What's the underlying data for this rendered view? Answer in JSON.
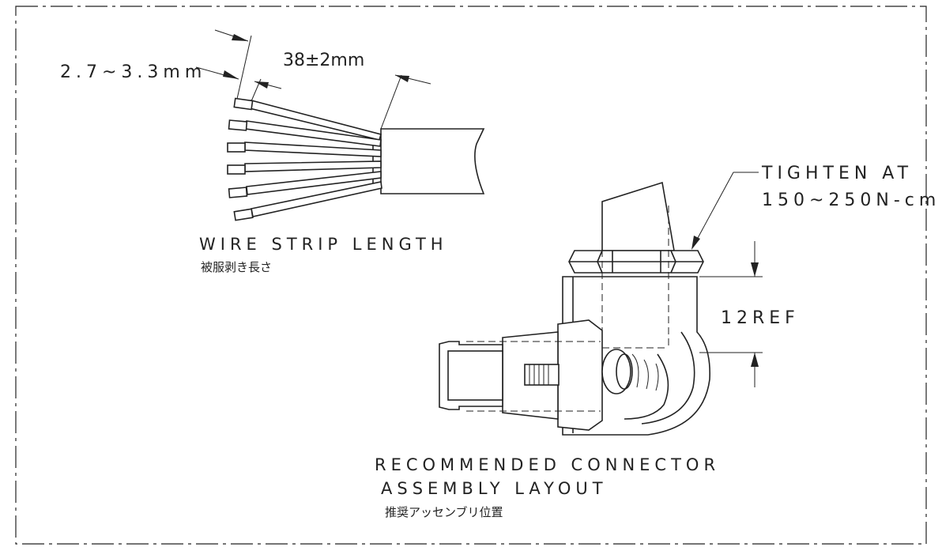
{
  "labels": {
    "strip_width": "2.7~3.3mm",
    "strip_length": "38±2mm",
    "wire_title": "WIRE STRIP LENGTH",
    "wire_title_jp": "被服剥き長さ",
    "tighten_line1": "TIGHTEN AT",
    "tighten_line2": "150~250N-cm",
    "ref_dim": "12REF",
    "assembly_line1": "RECOMMENDED CONNECTOR",
    "assembly_line2": "ASSEMBLY LAYOUT",
    "assembly_jp": "推奨アッセンブリ位置"
  }
}
